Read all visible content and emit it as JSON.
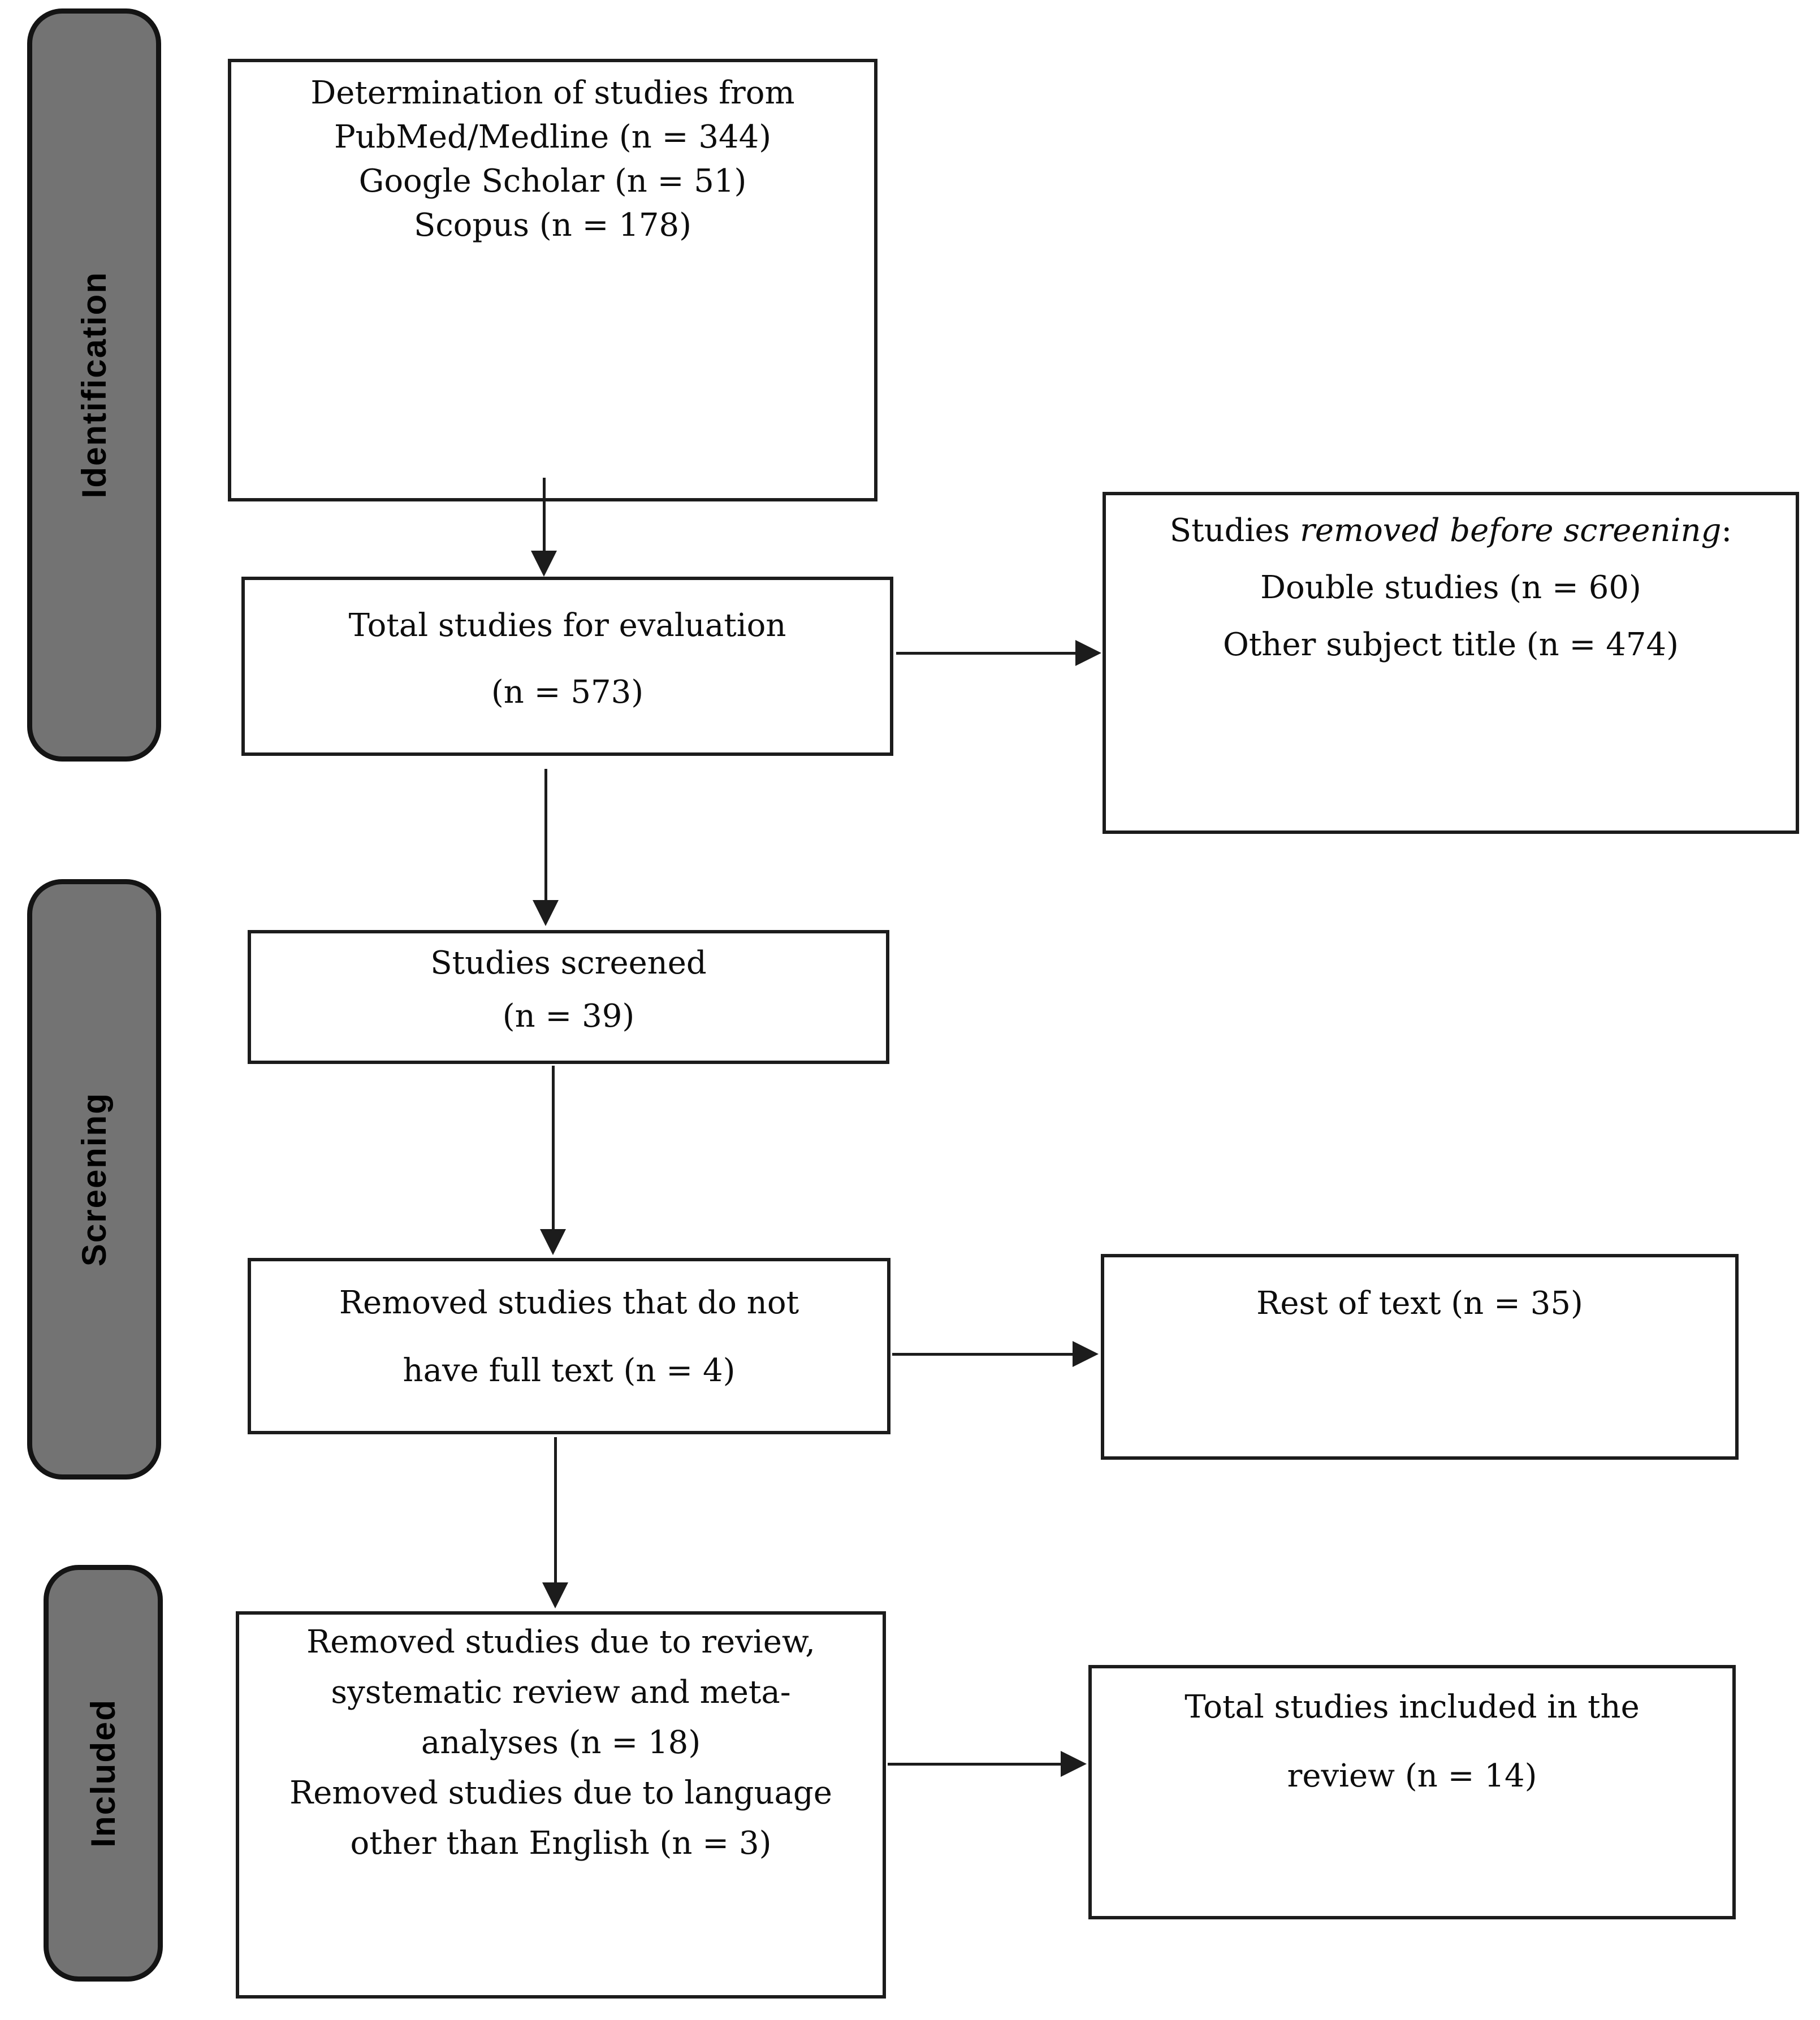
{
  "diagram": {
    "type": "prisma-flow",
    "colors": {
      "background": "#ffffff",
      "box_border": "#1c1c1c",
      "stage_fill": "#737373",
      "stage_border": "#141414",
      "text": "#0d0d0d"
    },
    "stages": {
      "identification": "Identification",
      "screening": "Screening",
      "included": "Included"
    },
    "boxes": {
      "sources": {
        "lines": [
          "Determination of studies from",
          "PubMed/Medline (n = 344)",
          "Google Scholar (n = 51)",
          "Scopus (n = 178)"
        ]
      },
      "evaluation": {
        "lines": [
          "Total studies for evaluation",
          "(n = 573)"
        ]
      },
      "removed_before_screening": {
        "line1": {
          "prefix": "Studies ",
          "italic": "removed before screening",
          "suffix": ":"
        },
        "lines": [
          "Double studies (n = 60)",
          "Other subject title (n = 474)"
        ]
      },
      "screened": {
        "lines": [
          "Studies screened",
          "(n = 39)"
        ]
      },
      "no_full_text": {
        "lines": [
          "Removed studies that do not",
          "have full text (n = 4)"
        ]
      },
      "rest_of_text": {
        "lines": [
          "Rest of text (n = 35)"
        ]
      },
      "removed_review_language": {
        "lines": [
          "Removed studies due to review,",
          "systematic review and meta-",
          "analyses (n = 18)",
          "Removed studies due to language",
          "other than English (n = 3)"
        ]
      },
      "included_total": {
        "lines": [
          "Total studies included in the",
          "review (n = 14)"
        ]
      }
    }
  }
}
